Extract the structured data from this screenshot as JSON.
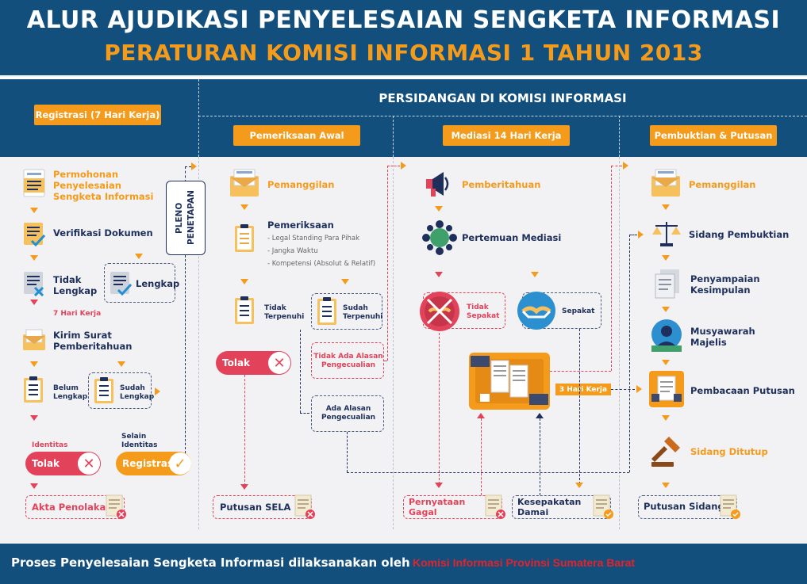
{
  "header": {
    "title": "ALUR AJUDIKASI PENYELESAIAN SENGKETA INFORMASI",
    "subtitle": "PERATURAN KOMISI INFORMASI 1 TAHUN 2013"
  },
  "sections": {
    "persidangan": "PERSIDANGAN DI KOMISI INFORMASI",
    "registrasi": "Registrasi (7 Hari Kerja)",
    "pemeriksaan_awal": "Pemeriksaan Awal",
    "mediasi": "Mediasi 14 Hari Kerja",
    "pembuktian": "Pembuktian & Putusan"
  },
  "col1": {
    "permohonan": "Permohonan Penyelesaian Sengketa Informasi",
    "verifikasi": "Verifikasi Dokumen",
    "tidak_lengkap": "Tidak Lengkap",
    "lengkap": "Lengkap",
    "hari_kerja": "7 Hari Kerja",
    "kirim_surat": "Kirim Surat Pemberitahuan",
    "belum_lengkap": "Belum Lengkap",
    "sudah_lengkap": "Sudah Lengkap",
    "identitas": "Identitas",
    "selain_identitas": "Selain Identitas",
    "tolak": "Tolak",
    "registrasi": "Registrasi",
    "akta_penolakan": "Akta Penolakan",
    "pleno": "PLENO PENETAPAN"
  },
  "col2": {
    "pemanggilan": "Pemanggilan",
    "pemeriksaan": "Pemeriksaan",
    "details": [
      "- Legal Standing Para Pihak",
      "- Jangka Waktu",
      "- Kompetensi (Absolut & Relatif)"
    ],
    "tidak_terpenuhi": "Tidak Terpenuhi",
    "sudah_terpenuhi": "Sudah Terpenuhi",
    "tolak": "Tolak",
    "tidak_ada_alasan": "Tidak Ada Alasan Pengecualian",
    "ada_alasan": "Ada Alasan Pengecualian",
    "putusan_sela": "Putusan SELA"
  },
  "col3": {
    "pemberitahuan": "Pemberitahuan",
    "pertemuan": "Pertemuan Mediasi",
    "tidak_sepakat": "Tidak Sepakat",
    "sepakat": "Sepakat",
    "tiga_hari": "3 Hari Kerja",
    "pernyataan_gagal": "Pernyataan Gagal",
    "kesepakatan_damai": "Kesepakatan Damai"
  },
  "col4": {
    "pemanggilan": "Pemanggilan",
    "sidang_pembuktian": "Sidang Pembuktian",
    "penyampaian": "Penyampaian Kesimpulan",
    "musyawarah": "Musyawarah Majelis",
    "pembacaan": "Pembacaan Putusan",
    "sidang_ditutup": "Sidang Ditutup",
    "putusan_sidang": "Putusan Sidang"
  },
  "footer": {
    "text": "Proses Penyelesaian Sengketa Informasi dilaksanakan oleh",
    "org": "Komisi Informasi Provinsi Sumatera Barat"
  },
  "colors": {
    "navy": "#124f7c",
    "orange": "#f49b1c",
    "red": "#e2435a",
    "text": "#1d2f5a"
  }
}
